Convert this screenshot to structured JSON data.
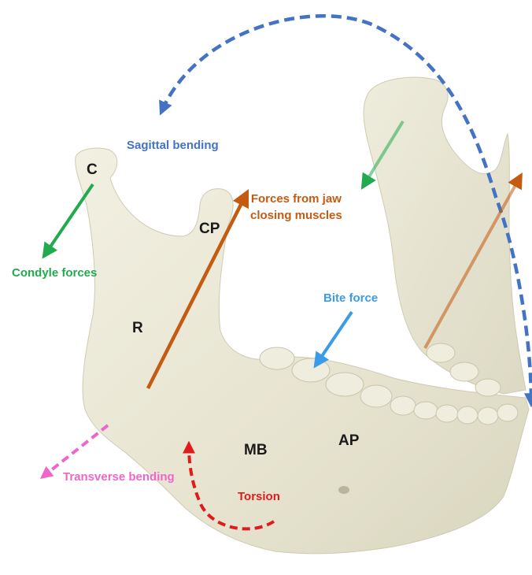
{
  "labels": {
    "sagittal_bending": "Sagittal bending",
    "condyle_forces": "Condyle forces",
    "jaw_muscles_line1": "Forces from jaw",
    "jaw_muscles_line2": "closing muscles",
    "bite_force": "Bite force",
    "transverse_bending": "Transverse bending",
    "torsion": "Torsion",
    "condyle": "C",
    "coronoid_process": "CP",
    "ramus": "R",
    "molar_body": "MB",
    "anterior_part": "AP"
  },
  "colors": {
    "sagittal": "#4472c4",
    "condyle": "#22aa4e",
    "muscles": "#c55a11",
    "bite": "#3b9be8",
    "transverse": "#ee66cc",
    "torsion": "#e01b1b",
    "bone": "#e9e7d6",
    "region_labels": "#1a1a1a"
  }
}
